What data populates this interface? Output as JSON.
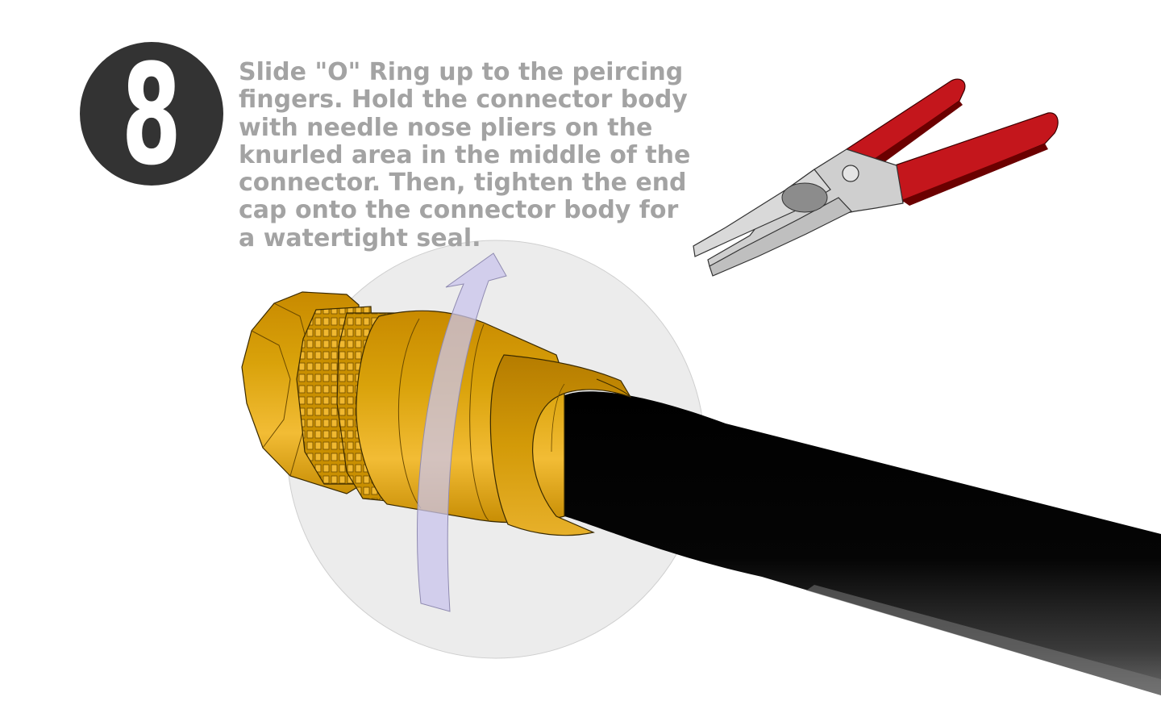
{
  "step": {
    "number": "8"
  },
  "instruction": {
    "text": "Slide \"O\" Ring up to the peircing\nfingers. Hold the connector body\nwith needle nose pliers on the\nknurled area in the middle of the\nconnector. Then, tighten the end\ncap onto the connector body for\na watertight seal."
  },
  "colors": {
    "badge": "#333333",
    "text": "#a3a3a3",
    "brass": "#d49a06",
    "cable": "#000000",
    "plier_handle": "#c4161c",
    "plier_steel": "#c9c9c9",
    "rotation_arrow": "#c9c4ec",
    "highlight_circle": "#e9e9e9"
  },
  "icons": {
    "connector": "f-connector-illustration",
    "cable": "coaxial-cable-illustration",
    "pliers": "needle-nose-pliers-illustration",
    "rotation": "rotation-arrow-icon"
  }
}
